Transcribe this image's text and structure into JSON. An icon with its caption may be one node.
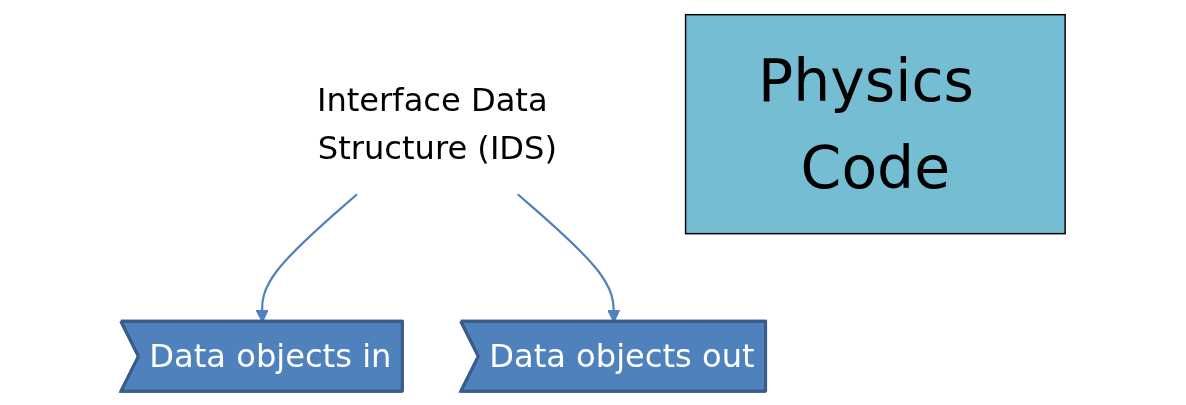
{
  "diagram": {
    "nodes": [
      {
        "text": [
          "Interface Data Structure (IDS)"
        ]
      },
      {
        "text": [
          "Data objects in"
        ]
      },
      {
        "text": [
          "Physics Code"
        ]
      },
      {
        "text": [
          "Data objects out"
        ]
      }
    ],
    "edges": [
      {
        "from": 0,
        "to": 1,
        "arrow": "to"
      },
      {
        "from": 0,
        "to": 3,
        "arrow": "to"
      }
    ]
  }
}
